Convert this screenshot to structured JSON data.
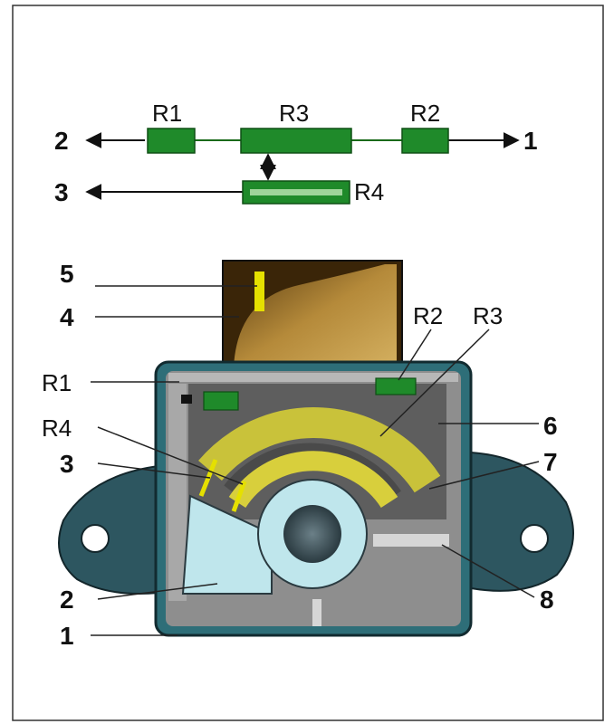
{
  "schematic": {
    "resistors": {
      "r1": "R1",
      "r2": "R2",
      "r3": "R3",
      "r4": "R4"
    },
    "terminals": {
      "t1": "1",
      "t2": "2",
      "t3": "3"
    }
  },
  "sensor": {
    "callouts": {
      "c1": "1",
      "c2": "2",
      "c3": "3",
      "c4": "4",
      "c5": "5",
      "c6": "6",
      "c7": "7",
      "c8": "8"
    },
    "resistor_labels": {
      "r1": "R1",
      "r2": "R2",
      "r3": "R3",
      "r4": "R4"
    }
  },
  "colors": {
    "resistor_green": "#1f8a2a",
    "housing_teal": "#2e6e78",
    "body_gray": "#8e8e8e",
    "track_yellow": "#c9c23a",
    "lever_blue": "#bfe6ec",
    "shaft_brown": "#7a5a22"
  }
}
